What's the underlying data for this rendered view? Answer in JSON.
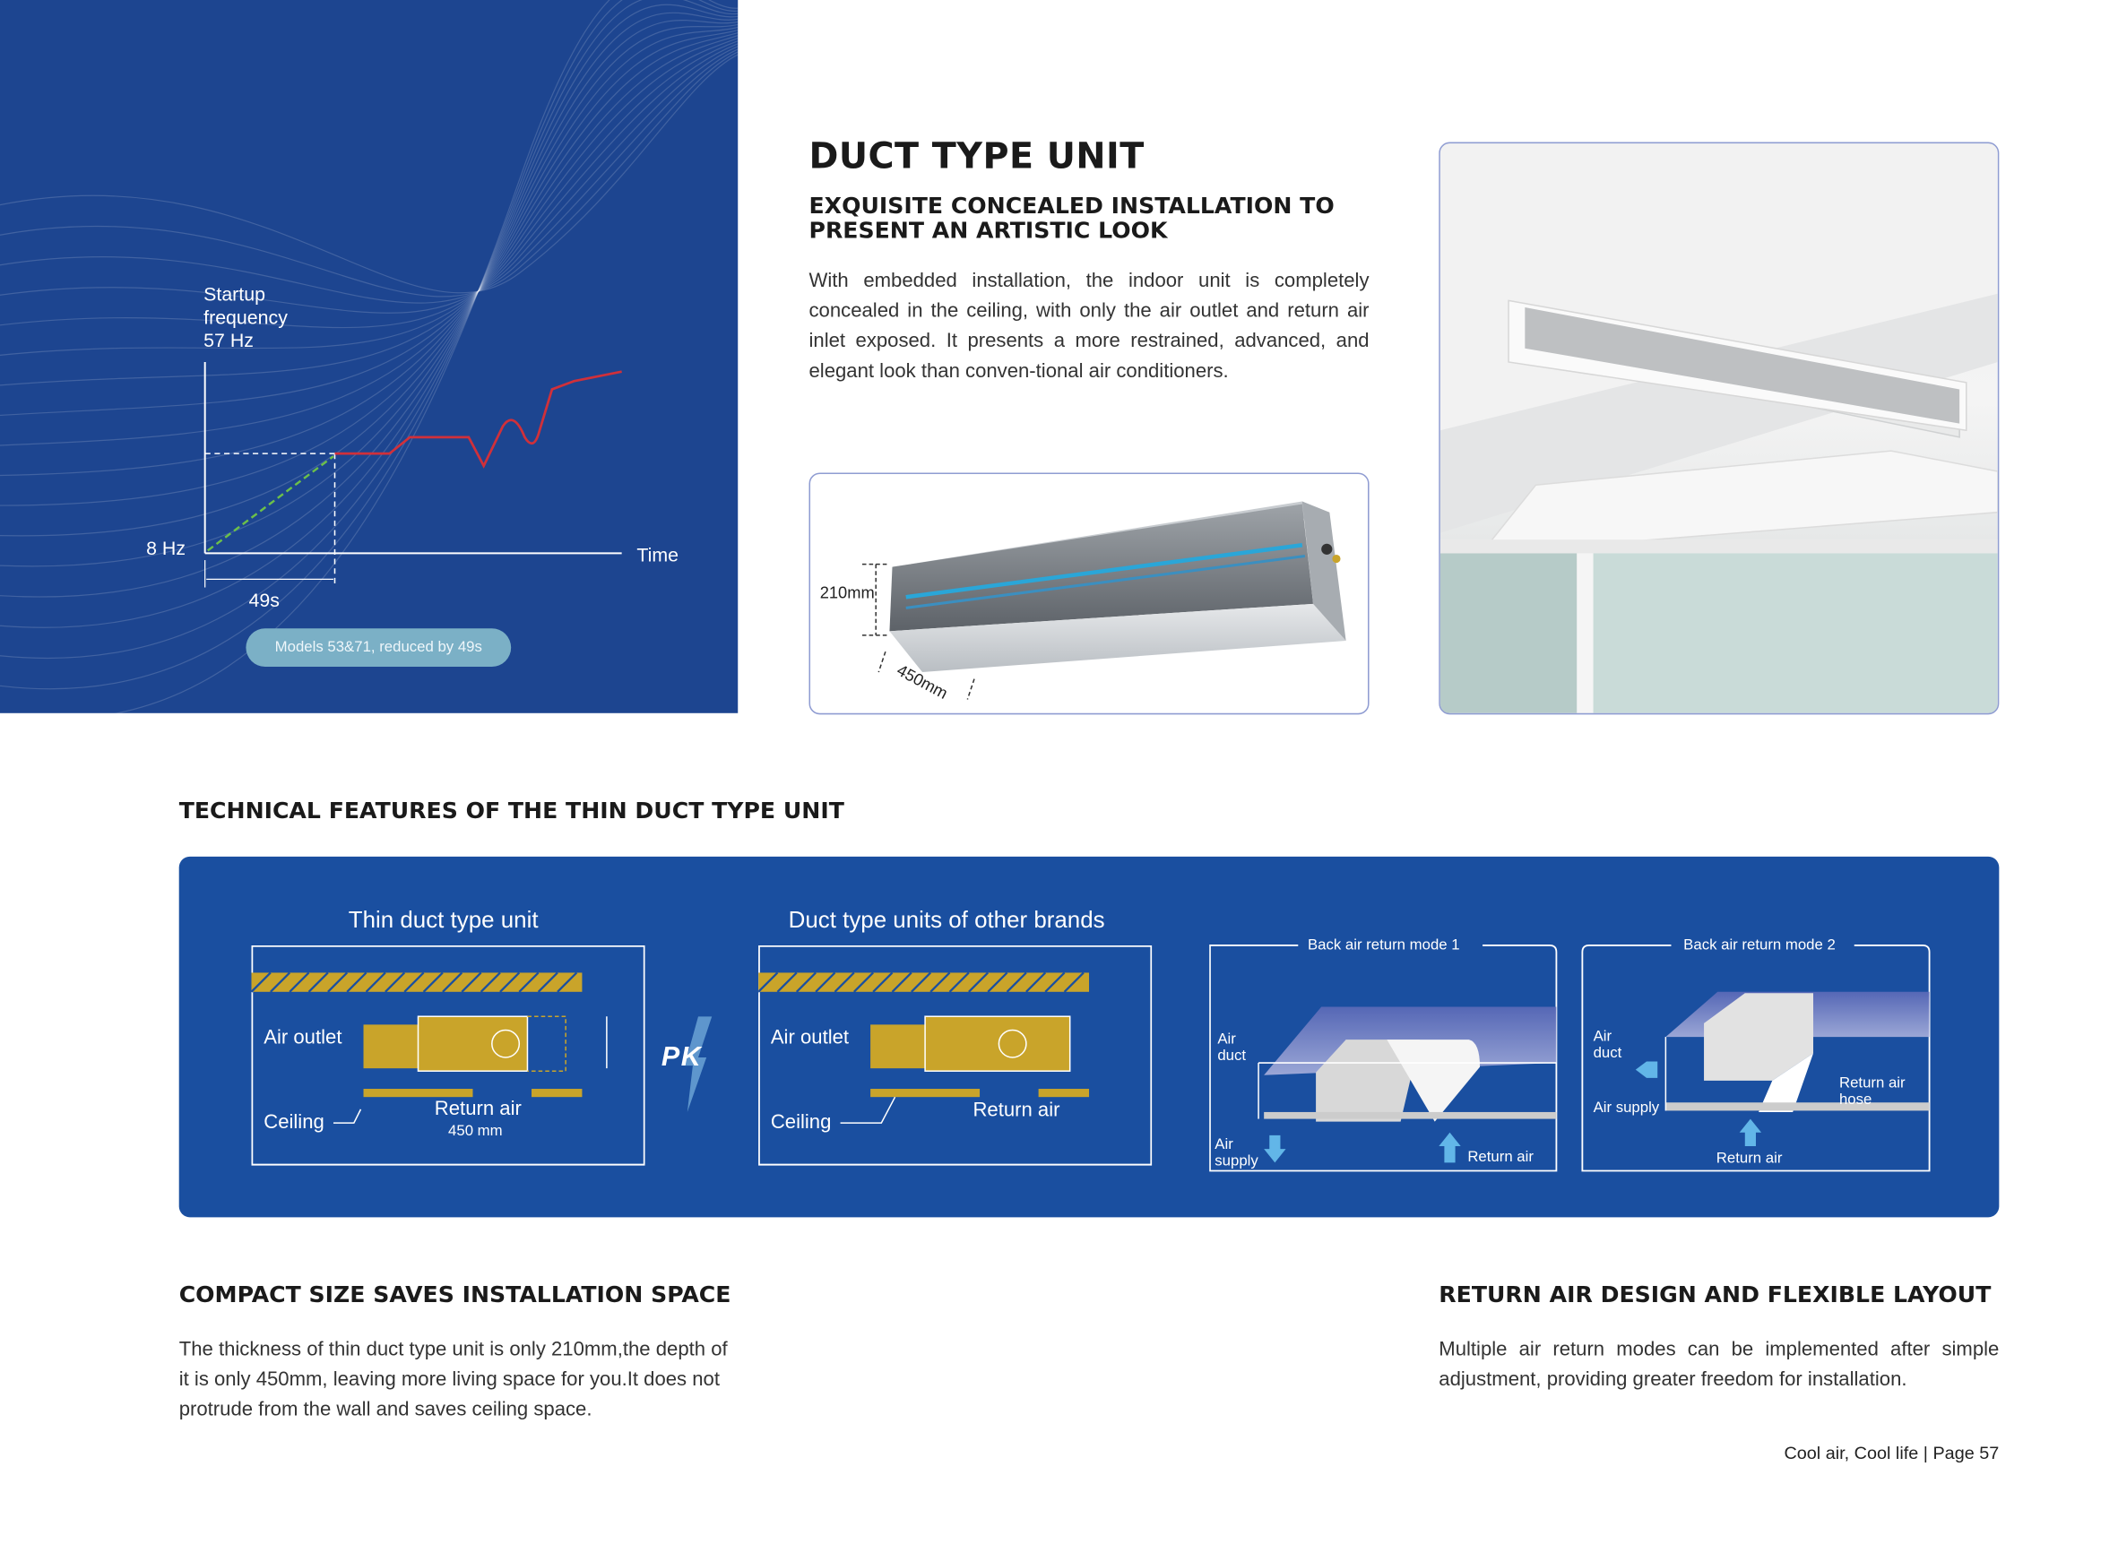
{
  "hero_chart": {
    "y_label_lines": [
      "Startup",
      "frequency",
      "57 Hz"
    ],
    "y_min_label": "8 Hz",
    "x_label": "Time",
    "interval_label": "49s",
    "badge": "Models 53&71, reduced by 49s",
    "colors": {
      "background": "#1d4590",
      "curve": "#d0303a",
      "ramp": "#6cc04a",
      "badge": "#7bb0c6"
    }
  },
  "header": {
    "title": "DUCT TYPE UNIT",
    "subtitle": "EXQUISITE CONCEALED INSTALLATION TO PRESENT AN ARTISTIC LOOK",
    "body": "With embedded installation, the indoor unit is completely concealed in the ceiling, with only the air outlet and return air inlet exposed. It presents a more restrained, advanced, and elegant look than conven-tional air conditioners."
  },
  "product_image": {
    "height_label": "210mm",
    "depth_label": "450mm"
  },
  "tech": {
    "heading": "TECHNICAL FEATURES OF THE THIN DUCT TYPE UNIT",
    "thin": {
      "title": "Thin duct type unit",
      "air_outlet": "Air outlet",
      "ceiling": "Ceiling",
      "return_air": "Return air",
      "depth": "450 mm"
    },
    "other": {
      "title": "Duct type units of other brands",
      "air_outlet": "Air outlet",
      "ceiling": "Ceiling",
      "return_air": "Return air"
    },
    "vs_label": "PK",
    "mode1": {
      "title": "Back air return mode 1",
      "air_duct": "Air duct",
      "air_supply": "Air supply",
      "return_air": "Return air"
    },
    "mode2": {
      "title": "Back air return mode 2",
      "air_duct": "Air duct",
      "air_supply": "Air supply",
      "return_hose": "Return air hose",
      "return_air": "Return air"
    },
    "colors": {
      "panel": "#1a4fa0",
      "unit": "#c9a42a"
    }
  },
  "compact": {
    "heading": "COMPACT SIZE SAVES INSTALLATION SPACE",
    "body": "The thickness of thin duct type unit is only 210mm,the depth of it is only 450mm, leaving more living space for you.It does not protrude from the wall and saves ceiling space."
  },
  "return_air": {
    "heading": "RETURN AIR DESIGN AND FLEXIBLE LAYOUT",
    "body": "Multiple air return modes can be implemented after simple adjustment, providing greater freedom for installation."
  },
  "footer": {
    "slogan": "Cool air, Cool life |",
    "page_label": "Page",
    "page_number": "57"
  }
}
